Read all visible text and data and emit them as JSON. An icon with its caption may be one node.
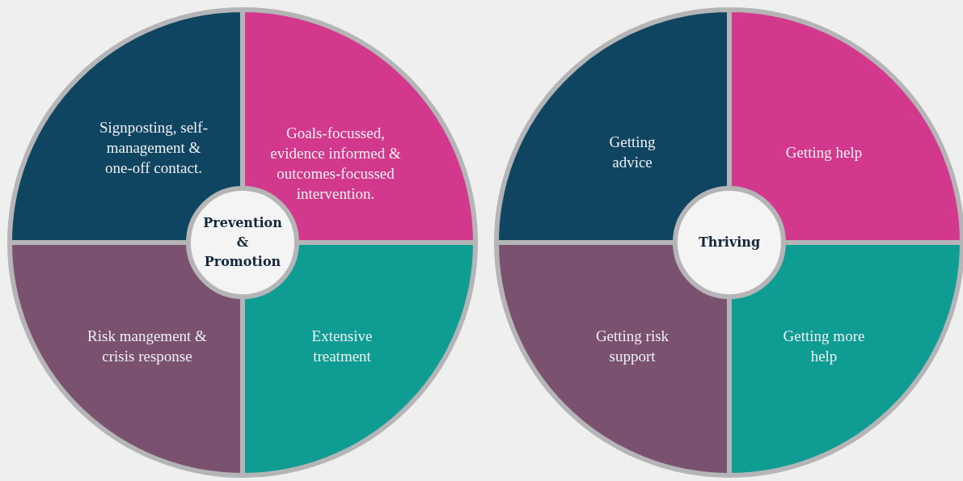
{
  "diagram": {
    "nodes": [
      {
        "text": [
          "Signposting, self-management & one-off contact."
        ]
      },
      {
        "text": [
          "Goals-focussed, evidence informed & outcomes-focussed intervention."
        ]
      },
      {
        "text": [
          "Prevention & Promotion"
        ]
      },
      {
        "text": [
          "Risk mangement & crisis response"
        ]
      },
      {
        "text": [
          "Extensive treatment"
        ]
      },
      {
        "text": [
          "Getting advice"
        ]
      },
      {
        "text": [
          "Getting help"
        ]
      },
      {
        "text": [
          "Thriving"
        ]
      },
      {
        "text": [
          "Getting risk support"
        ]
      },
      {
        "text": [
          "Getting more help"
        ]
      }
    ],
    "edges": []
  }
}
